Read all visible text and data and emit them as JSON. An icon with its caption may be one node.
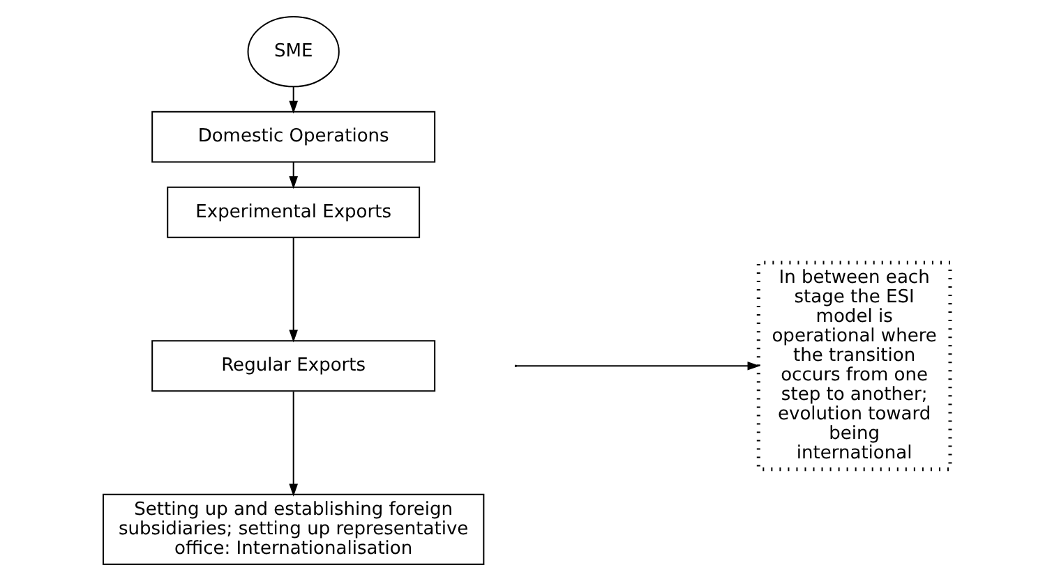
{
  "diagram": {
    "nodes": [
      {
        "text": [
          "SME"
        ]
      },
      {
        "text": [
          "Domestic Operations"
        ]
      },
      {
        "text": [
          "Experimental Exports"
        ]
      },
      {
        "text": [
          "Regular Exports"
        ]
      },
      {
        "text": [
          "Setting up and establishing foreign subsidiaries; setting up representative office: Internationalisation"
        ]
      },
      {
        "text": [
          "In between each stage the ESI model is operational where the transition occurs from one step to another; evolution toward being international"
        ]
      }
    ],
    "edges": [
      {
        "from": 0,
        "to": 1,
        "arrow": "to"
      },
      {
        "from": 1,
        "to": 2,
        "arrow": "to"
      },
      {
        "from": 2,
        "to": 3,
        "arrow": "to"
      },
      {
        "from": 3,
        "to": 4,
        "arrow": "to"
      },
      {
        "from": null,
        "to": 5,
        "arrow": "to"
      }
    ]
  }
}
